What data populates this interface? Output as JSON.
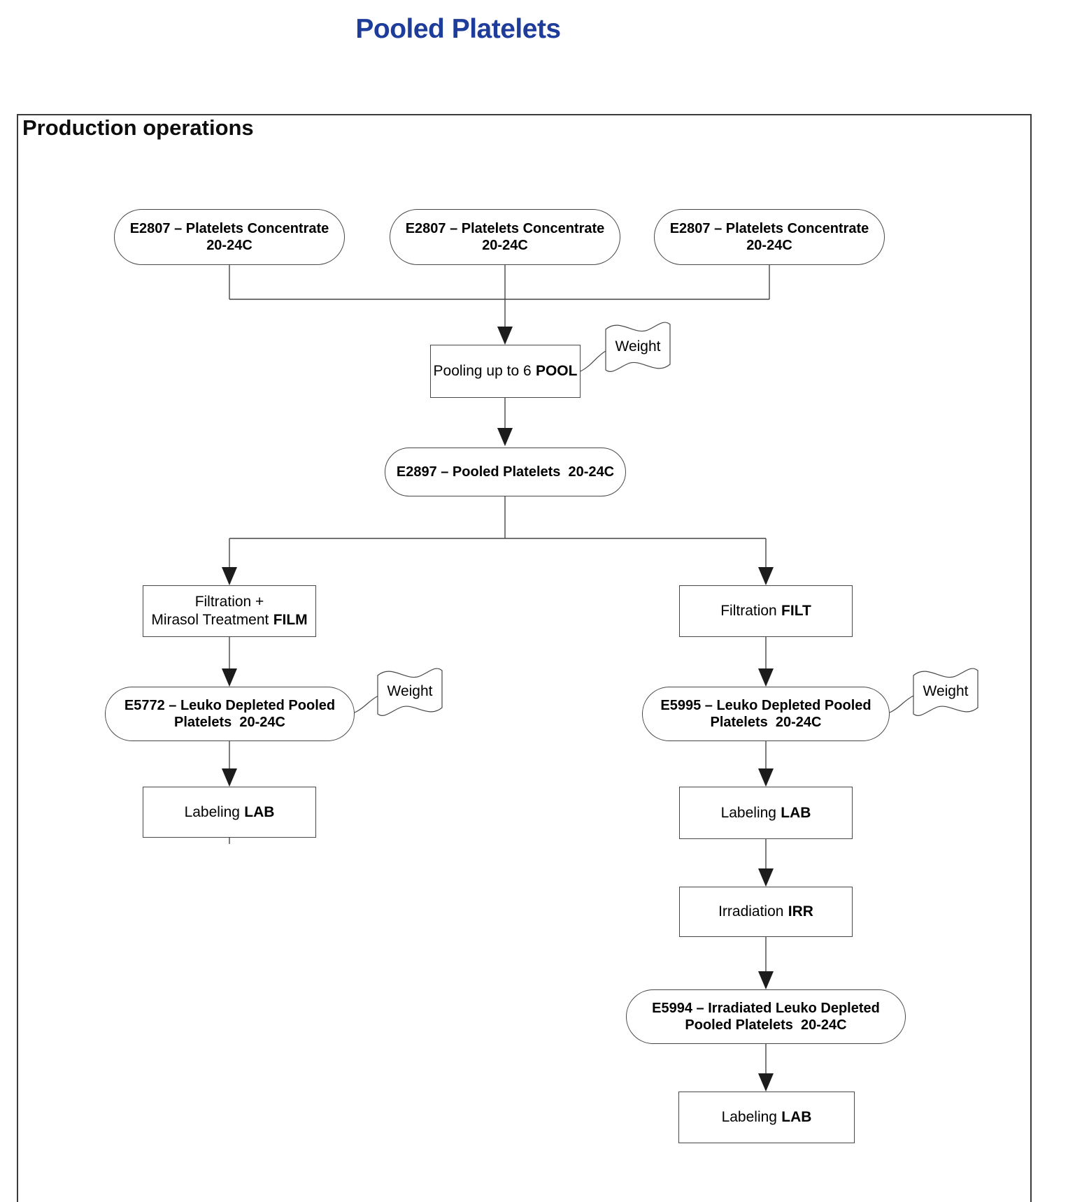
{
  "page_title": "Pooled Platelets",
  "section_title": "Production operations",
  "colors": {
    "title_accent": "#1e3d9b",
    "line": "#474747",
    "arrowhead": "#1c1c1c"
  },
  "flow": {
    "inputs": [
      {
        "line1": "E2807 – Platelets Concentrate",
        "line2": "20-24C"
      },
      {
        "line1": "E2807 – Platelets Concentrate",
        "line2": "20-24C"
      },
      {
        "line1": "E2807 – Platelets Concentrate",
        "line2": "20-24C"
      }
    ],
    "pooling": {
      "label": "Pooling up to 6",
      "code": "POOL",
      "note": "Weight"
    },
    "pooled_product": {
      "line1": "E2897 – Pooled Platelets  20-24C"
    },
    "left_branch": {
      "filtration_mirasol": {
        "label_line1": "Filtration +",
        "label_line2": "Mirasol Treatment",
        "code": "FILM"
      },
      "product": {
        "line1": "E5772 – Leuko Depleted Pooled",
        "line2": "Platelets  20-24C",
        "note": "Weight"
      },
      "labeling": {
        "label": "Labeling",
        "code": "LAB"
      }
    },
    "right_branch": {
      "filtration": {
        "label": "Filtration",
        "code": "FILT"
      },
      "product1": {
        "line1": "E5995 – Leuko Depleted Pooled",
        "line2": "Platelets  20-24C",
        "note": "Weight"
      },
      "labeling1": {
        "label": "Labeling",
        "code": "LAB"
      },
      "irradiation": {
        "label": "Irradiation",
        "code": "IRR"
      },
      "product2": {
        "line1": "E5994 – Irradiated Leuko Depleted",
        "line2": "Pooled Platelets  20-24C"
      },
      "labeling2": {
        "label": "Labeling",
        "code": "LAB"
      }
    }
  }
}
